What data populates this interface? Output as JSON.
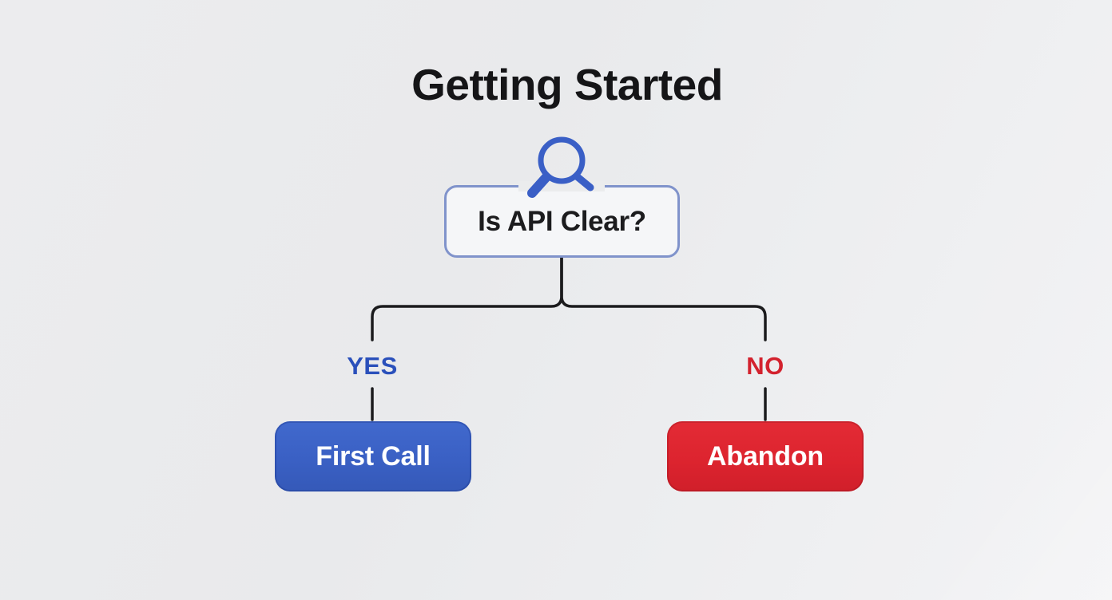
{
  "title": "Getting Started",
  "flowchart": {
    "decision": {
      "label": "Is API Clear?",
      "icon": "magnifier-icon"
    },
    "branches": [
      {
        "answer": "YES",
        "result": "First Call"
      },
      {
        "answer": "NO",
        "result": "Abandon"
      }
    ]
  },
  "colors": {
    "bg-base": "#ececee",
    "bg-light": "#f3f3f5",
    "title": "#151517",
    "line": "#1b1b1d",
    "node-bg": "#f5f6f8",
    "node-border": "#8093cb",
    "node-text": "#1c1c1e",
    "icon-blue": "#3a5fc6",
    "yes-blue": "#2a50bb",
    "no-red": "#d3222e",
    "btn-blue": "#3a60c4",
    "btn-red": "#dd242f",
    "btn-text": "#ffffff"
  }
}
